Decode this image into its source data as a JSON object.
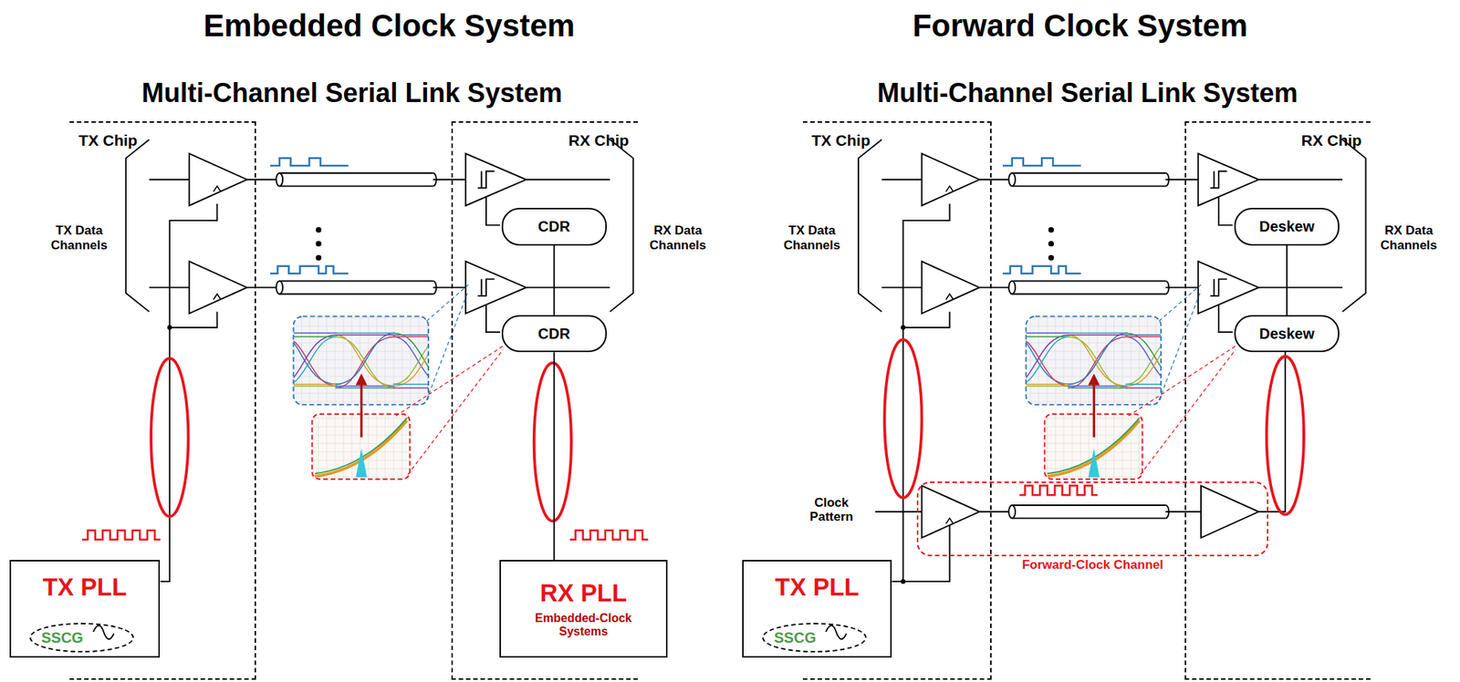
{
  "diagram": {
    "nodes": [
      {
        "text": [
          "TX Chip"
        ]
      },
      {
        "text": [
          "RX Chip"
        ]
      },
      {
        "text": [
          "CDR"
        ],
        "in": 1
      },
      {
        "text": [
          "CDR"
        ],
        "in": 1
      },
      {
        "text": [
          "TX PLL"
        ],
        "in": 0
      },
      {
        "text": [
          "SSCG"
        ],
        "in": 4
      },
      {
        "text": [
          "RX PLL",
          "Embedded-Clock Systems"
        ],
        "in": 1
      },
      {
        "text": [
          "TX Chip"
        ]
      },
      {
        "text": [
          "RX Chip"
        ]
      },
      {
        "text": [
          "Deskew"
        ],
        "in": 8
      },
      {
        "text": [
          "Deskew"
        ],
        "in": 8
      },
      {
        "text": [
          "TX PLL"
        ],
        "in": 7
      },
      {
        "text": [
          "SSCG"
        ],
        "in": 11
      },
      {
        "text": [
          "Forward-Clock Channel"
        ]
      }
    ],
    "edges": [
      {
        "from": 6,
        "to": 3,
        "arrow": "none"
      },
      {
        "from": 3,
        "to": 2,
        "arrow": "none"
      },
      {
        "from": 10,
        "to": 9,
        "arrow": "none"
      }
    ],
    "labels": [
      "Embedded Clock System",
      "Forward Clock System",
      "Multi-Channel Serial Link System",
      "Multi-Channel Serial Link System",
      "TX Data Channels",
      "RX Data Channels",
      "TX Data Channels",
      "RX Data Channels",
      "Clock Pattern"
    ]
  }
}
